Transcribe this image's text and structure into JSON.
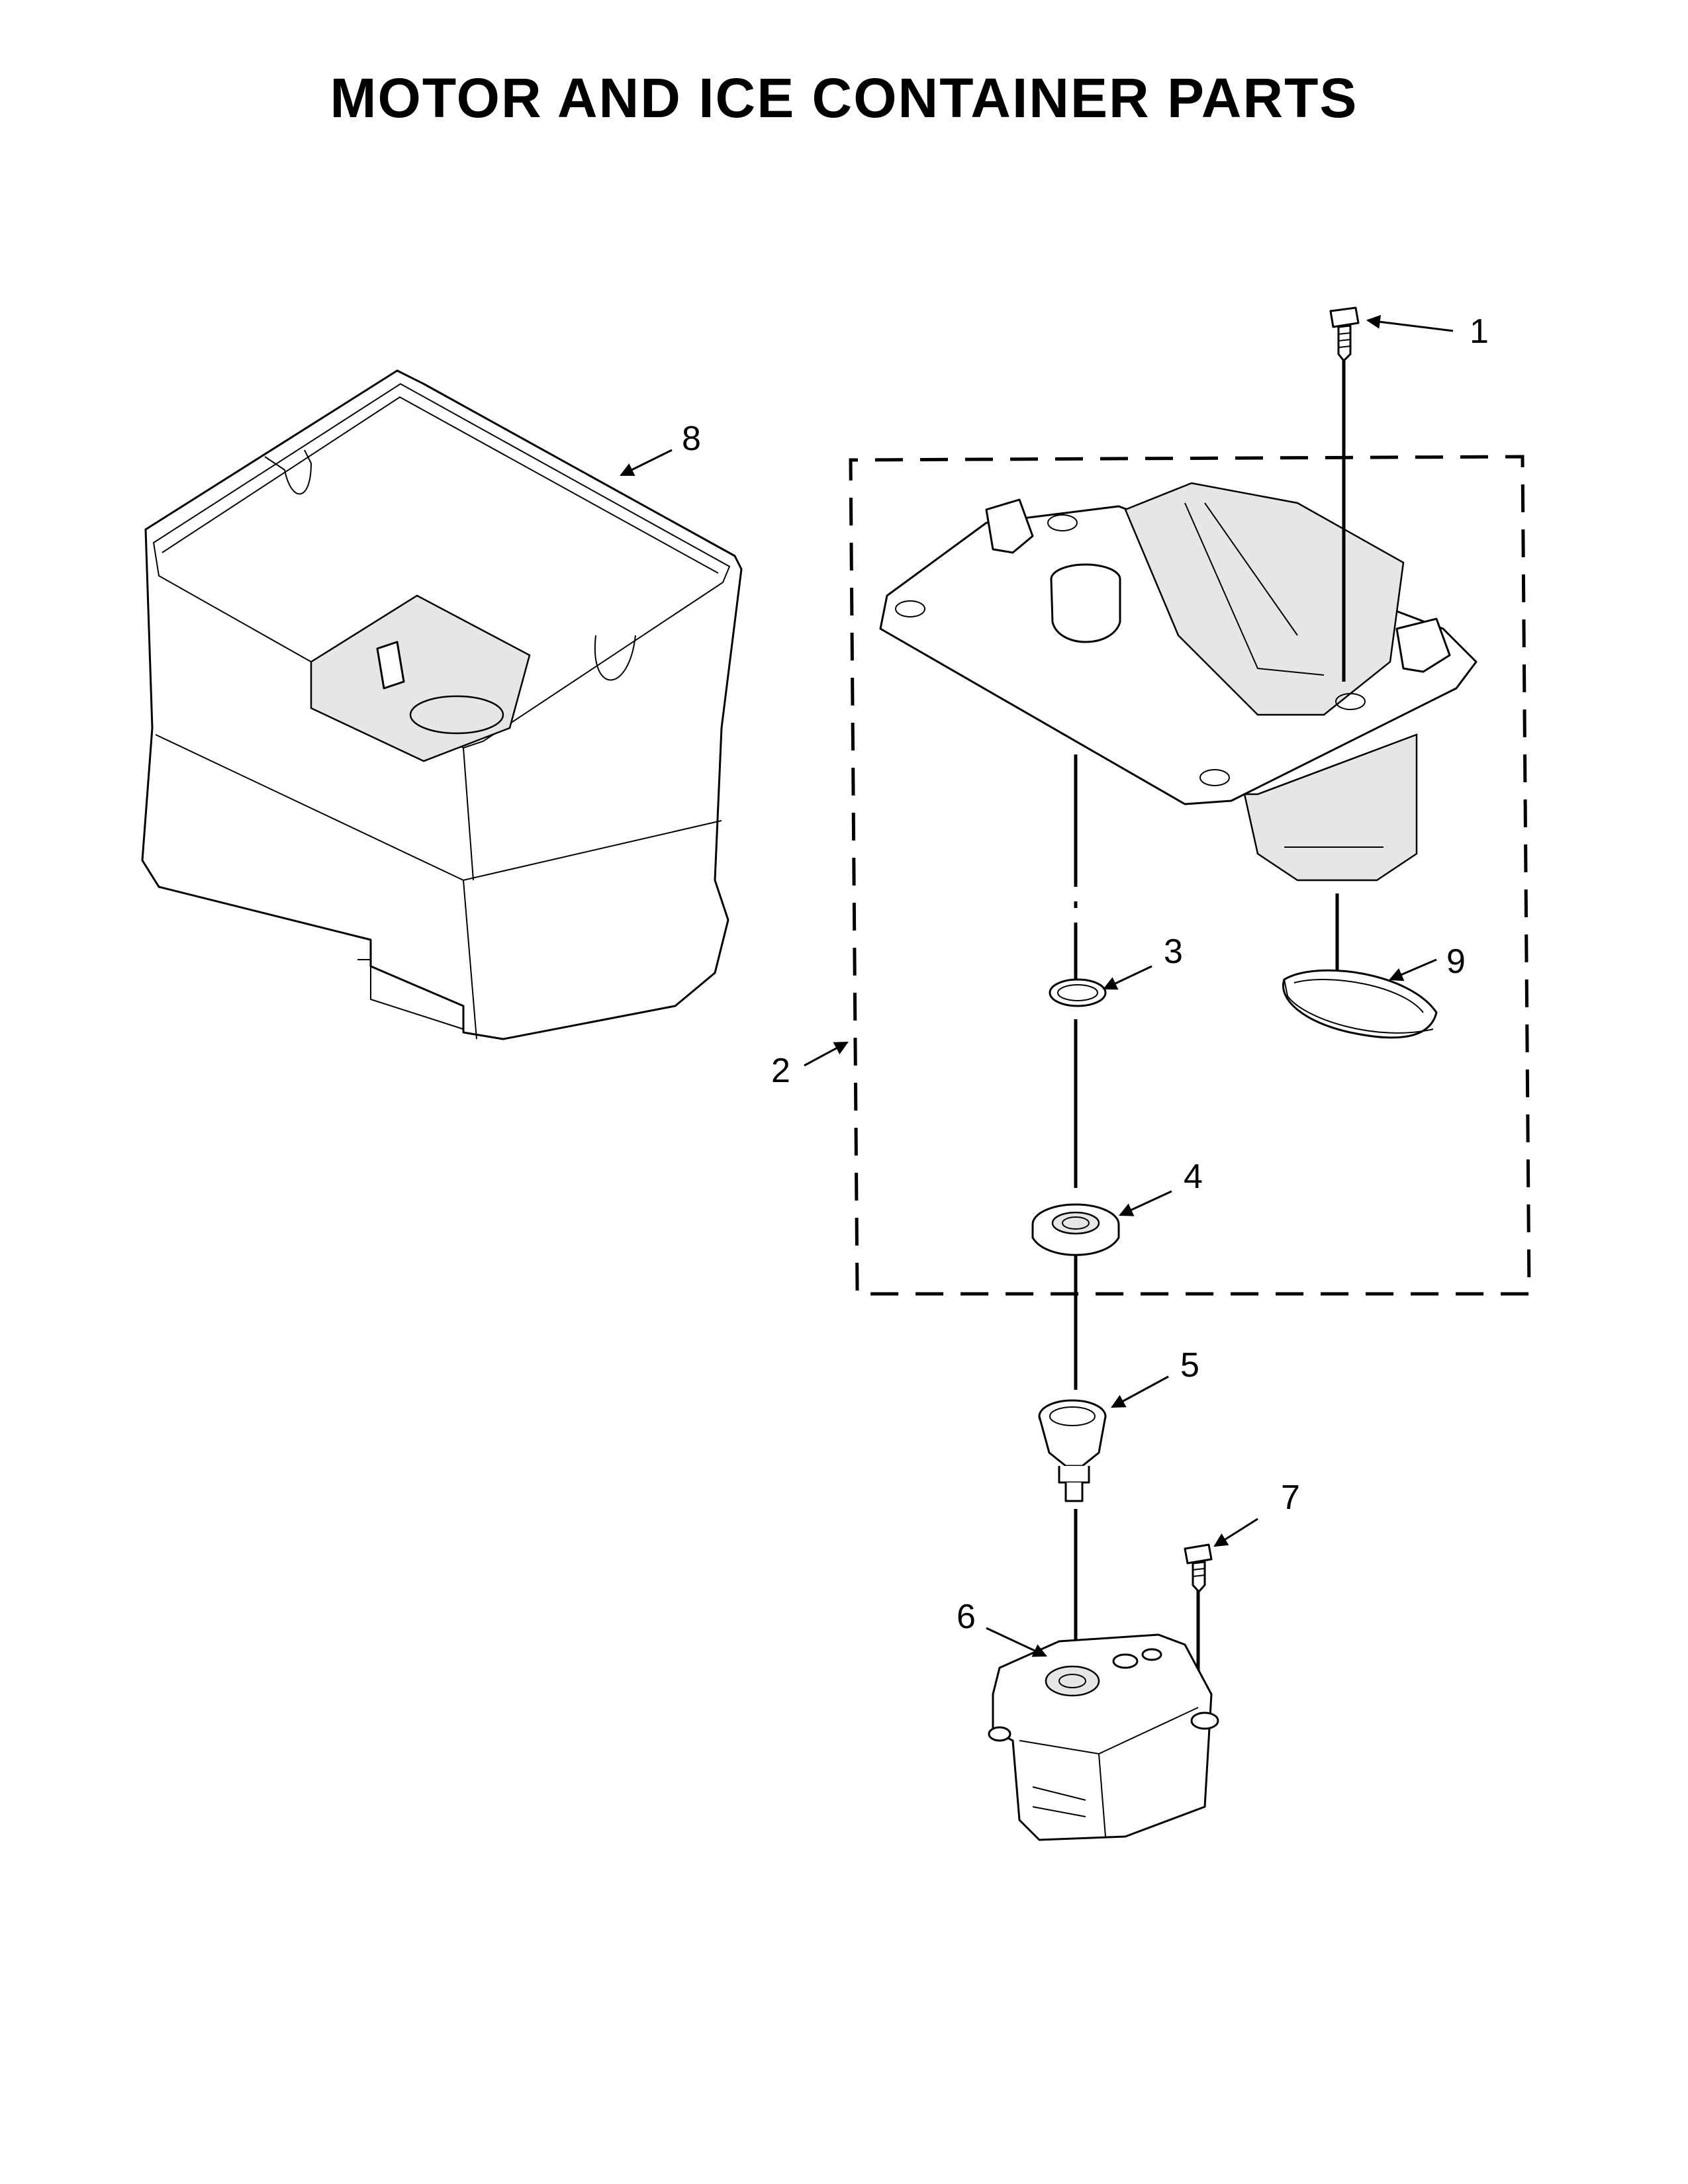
{
  "title": "MOTOR AND ICE CONTAINER PARTS",
  "callouts": {
    "c1": "1",
    "c2": "2",
    "c3": "3",
    "c4": "4",
    "c5": "5",
    "c6": "6",
    "c7": "7",
    "c8": "8",
    "c9": "9"
  }
}
